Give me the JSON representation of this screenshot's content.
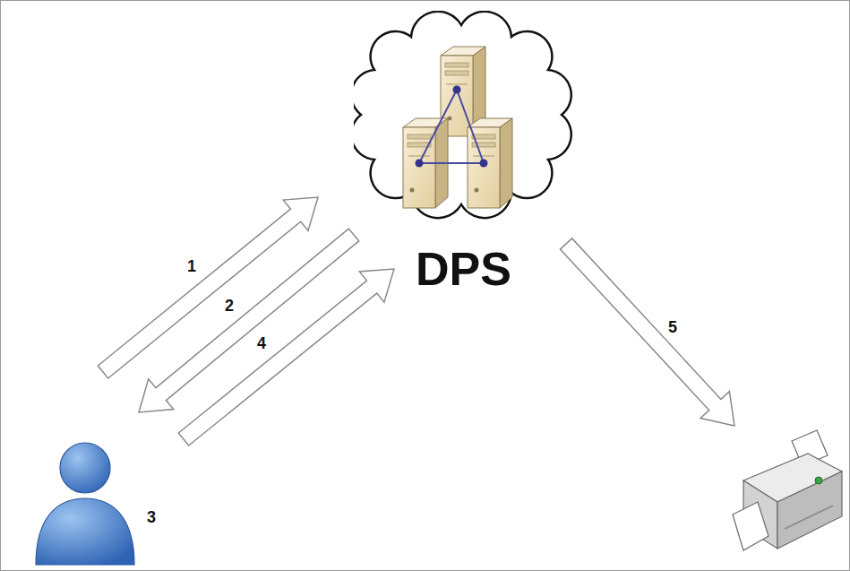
{
  "diagram": {
    "nodes": [
      {
        "text": [
          "DPS"
        ]
      },
      {
        "text": [
          "3"
        ]
      }
    ],
    "edges": [
      {
        "from": 1,
        "to": 0,
        "arrow": "to",
        "label": "1"
      },
      {
        "from": 0,
        "to": 1,
        "arrow": "to",
        "label": "2"
      },
      {
        "from": 1,
        "to": 0,
        "arrow": "to",
        "label": "4"
      }
    ],
    "labels": [
      "5"
    ]
  }
}
